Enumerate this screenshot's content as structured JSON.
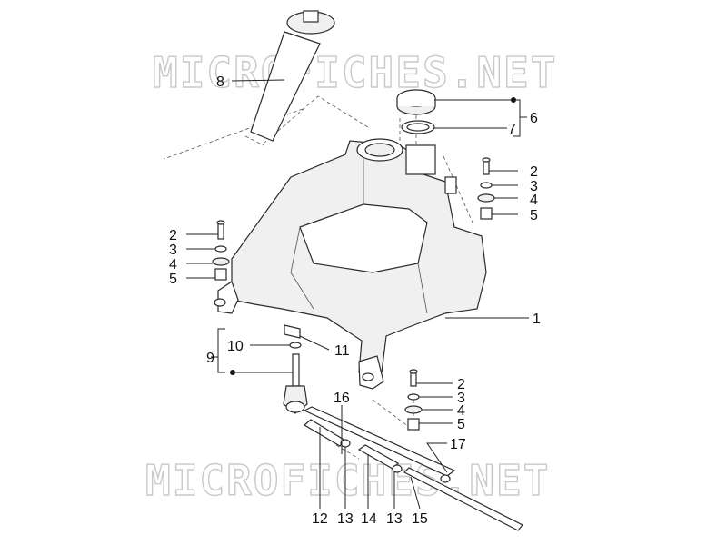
{
  "watermark": {
    "text": "MICROFICHES.NET"
  },
  "callouts": {
    "c1": "1",
    "c2a": "2",
    "c3a": "3",
    "c4a": "4",
    "c5a": "5",
    "c2b": "2",
    "c3b": "3",
    "c4b": "4",
    "c5b": "5",
    "c2c": "2",
    "c3c": "3",
    "c4c": "4",
    "c5c": "5",
    "c6": "6",
    "c7": "7",
    "c8": "8",
    "c9": "9",
    "c10": "10",
    "c11": "11",
    "c12": "12",
    "c13a": "13",
    "c14": "14",
    "c13b": "13",
    "c15": "15",
    "c16": "16",
    "c17": "17"
  }
}
